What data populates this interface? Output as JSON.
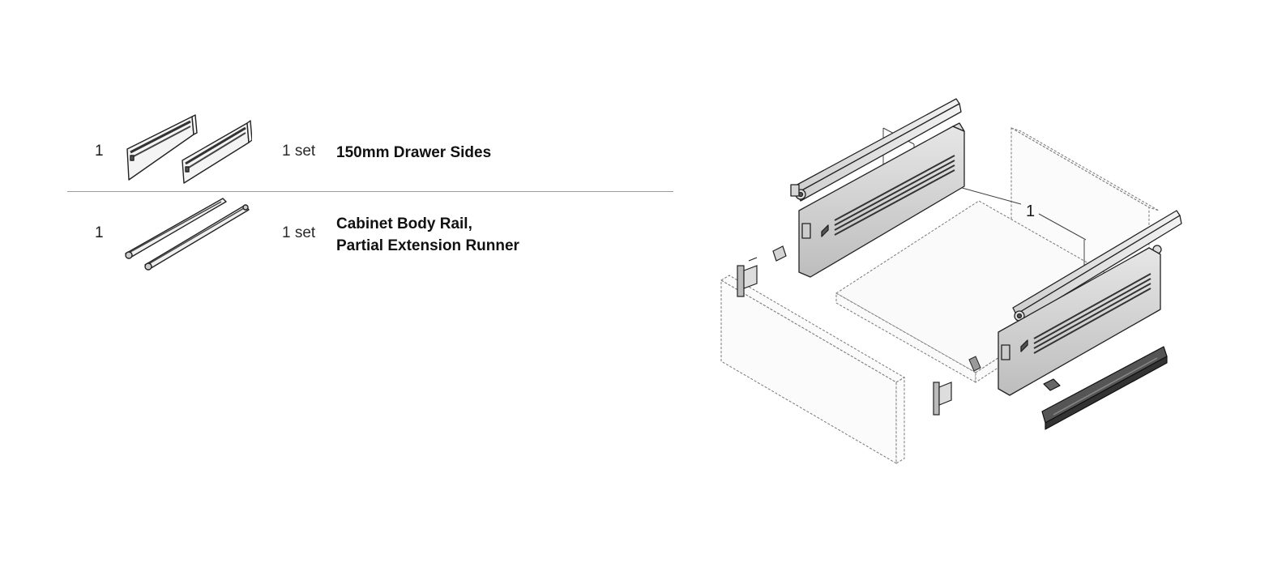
{
  "parts": [
    {
      "item_number": "1",
      "quantity": "1 set",
      "description": "150mm Drawer Sides",
      "icon": "drawer-sides-icon"
    },
    {
      "item_number": "1",
      "quantity": "1 set",
      "description_lines": [
        "Cabinet Body Rail,",
        "Partial Extension Runner"
      ],
      "icon": "body-rail-runner-icon"
    }
  ],
  "assembly": {
    "callout_label": "1",
    "icon": "drawer-assembly-illustration"
  }
}
